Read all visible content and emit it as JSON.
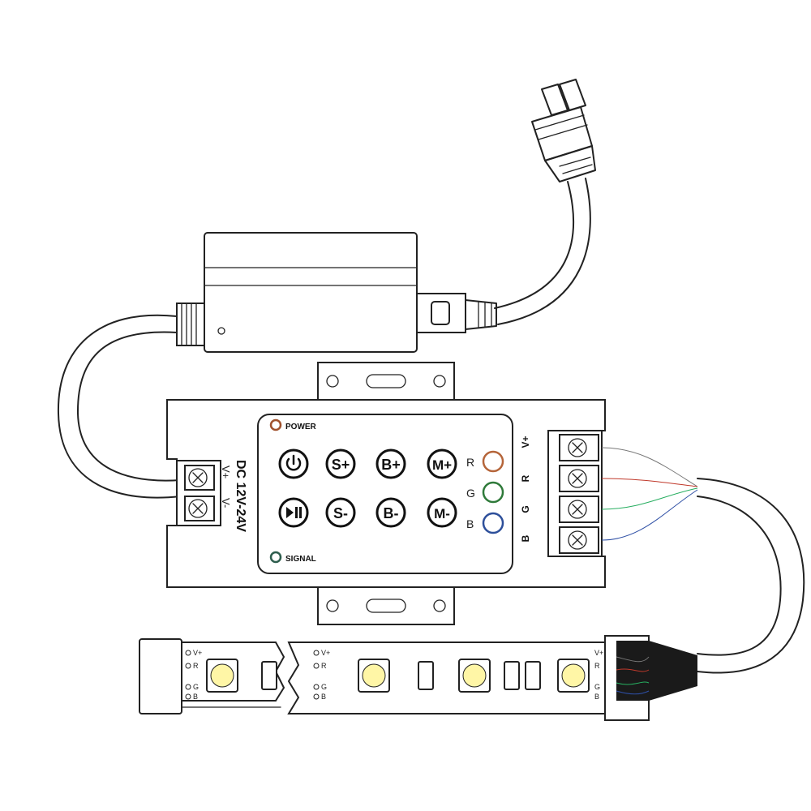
{
  "controller": {
    "power_label": "POWER",
    "signal_label": "SIGNAL",
    "input_label": "DC 12V-24V",
    "input_terminals": [
      "V+",
      "V-"
    ],
    "output_terminals": [
      "V+",
      "R",
      "G",
      "B"
    ],
    "channel_labels": [
      "R",
      "G",
      "B"
    ],
    "buttons": {
      "power": "power-icon",
      "play_pause": "play-pause-icon",
      "speed_up": "S+",
      "speed_down": "S-",
      "brightness_up": "B+",
      "brightness_down": "B-",
      "mode_up": "M+",
      "mode_down": "M-"
    }
  },
  "led_strip": {
    "pads_left": [
      "V+",
      "R",
      "G",
      "B"
    ],
    "pads_mid": [
      "V+",
      "R",
      "G",
      "B"
    ],
    "pads_right": [
      "V+",
      "R",
      "G",
      "B"
    ]
  },
  "colors": {
    "line": "#222222",
    "power_led": "#a0522d",
    "signal_led": "#2e5e4e",
    "red_led": "#b5653a",
    "green_led": "#2f7a3a",
    "blue_led": "#2d4f9a",
    "led_yellow": "#fff6a6",
    "wire_red": "#c0392b",
    "wire_green": "#27ae60",
    "wire_blue": "#2e4fa5"
  }
}
